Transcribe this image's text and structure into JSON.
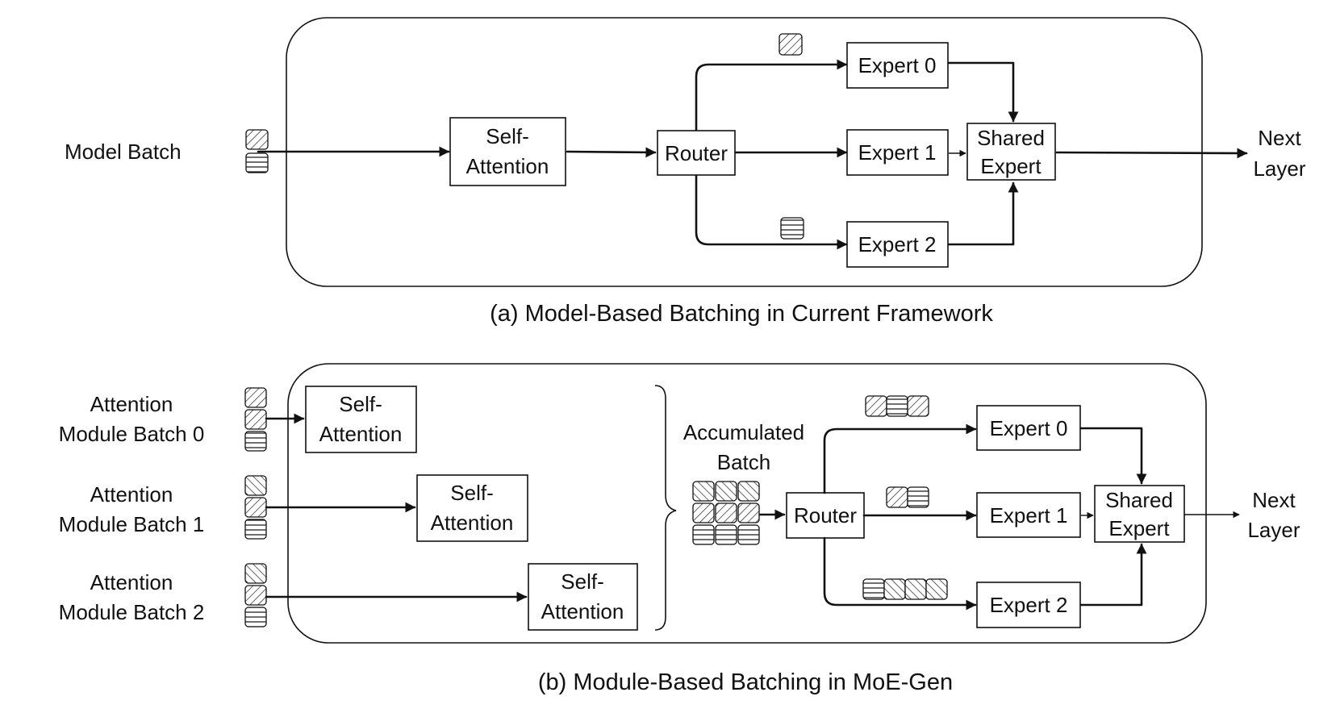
{
  "panel_a": {
    "caption": "(a) Model-Based Batching in Current Framework",
    "input_label": "Model Batch",
    "self_attention": [
      "Self-",
      "Attention"
    ],
    "router": "Router",
    "experts": [
      "Expert 0",
      "Expert 1",
      "Expert 2"
    ],
    "shared_expert": [
      "Shared",
      "Expert"
    ],
    "output_label": [
      "Next",
      "Layer"
    ]
  },
  "panel_b": {
    "caption": "(b) Module-Based Batching in MoE-Gen",
    "batch_labels": [
      [
        "Attention",
        "Module Batch 0"
      ],
      [
        "Attention",
        "Module Batch 1"
      ],
      [
        "Attention",
        "Module Batch 2"
      ]
    ],
    "self_attention": [
      "Self-",
      "Attention"
    ],
    "accumulated_label": [
      "Accumulated",
      "Batch"
    ],
    "router": "Router",
    "experts": [
      "Expert 0",
      "Expert 1",
      "Expert 2"
    ],
    "shared_expert": [
      "Shared",
      "Expert"
    ],
    "output_label": [
      "Next",
      "Layer"
    ]
  },
  "token_legend": {
    "pattern_forward_hatch": "token-forward-diagonal-hatch",
    "pattern_horizontal": "token-horizontal-lines",
    "pattern_back_hatch": "token-backward-diagonal-hatch"
  }
}
